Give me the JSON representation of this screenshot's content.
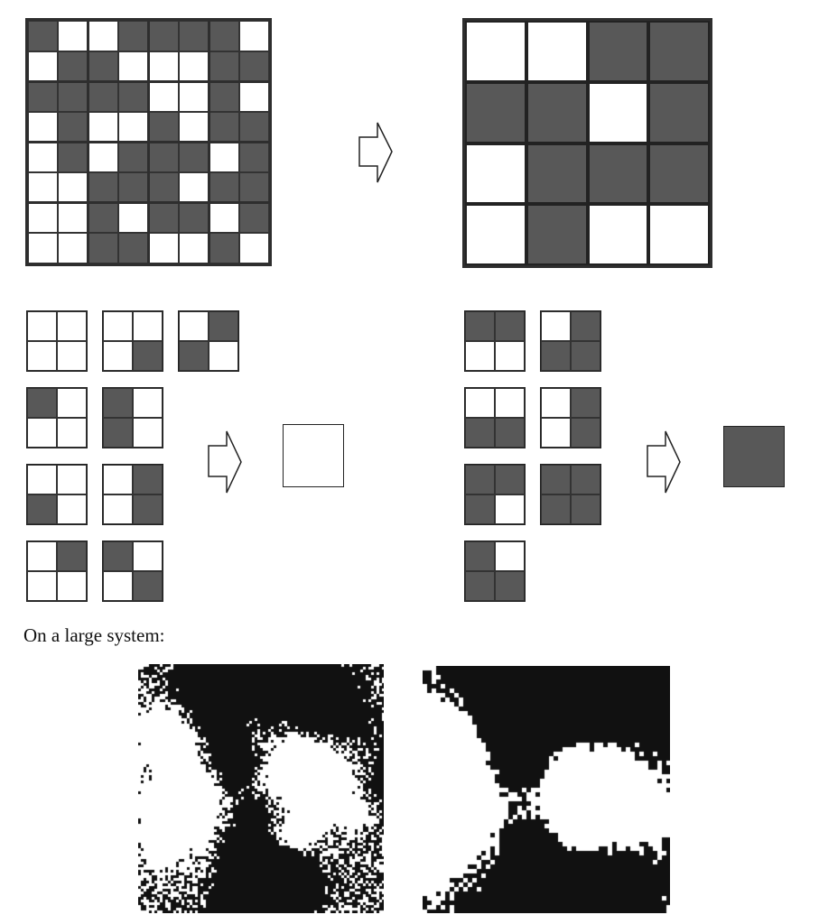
{
  "colors": {
    "on": "#585858",
    "off": "#ffffff",
    "border": "#2e2e2e"
  },
  "fine_lattice": [
    [
      1,
      0,
      0,
      1,
      1,
      1,
      1,
      0
    ],
    [
      0,
      1,
      1,
      0,
      0,
      0,
      1,
      1
    ],
    [
      1,
      1,
      1,
      1,
      0,
      0,
      1,
      0
    ],
    [
      0,
      1,
      0,
      0,
      1,
      0,
      1,
      1
    ],
    [
      0,
      1,
      0,
      1,
      1,
      1,
      0,
      1
    ],
    [
      0,
      0,
      1,
      1,
      1,
      0,
      1,
      1
    ],
    [
      0,
      0,
      1,
      0,
      1,
      1,
      0,
      1
    ],
    [
      0,
      0,
      1,
      1,
      0,
      0,
      1,
      0
    ]
  ],
  "coarse_lattice": [
    [
      0,
      0,
      1,
      1
    ],
    [
      1,
      1,
      0,
      1
    ],
    [
      0,
      1,
      1,
      1
    ],
    [
      0,
      1,
      0,
      0
    ]
  ],
  "rule_white": {
    "configs": [
      [
        0,
        0,
        0,
        0
      ],
      [
        0,
        0,
        0,
        1
      ],
      [
        0,
        1,
        1,
        0
      ],
      [
        1,
        0,
        0,
        0
      ],
      [
        1,
        0,
        1,
        0
      ],
      [
        0,
        0,
        1,
        0
      ],
      [
        0,
        1,
        0,
        1
      ],
      [
        0,
        1,
        0,
        0
      ],
      [
        1,
        0,
        0,
        1
      ]
    ],
    "result": 0
  },
  "rule_black": {
    "configs": [
      [
        1,
        1,
        0,
        0
      ],
      [
        0,
        1,
        1,
        1
      ],
      [
        0,
        0,
        1,
        1
      ],
      [
        0,
        1,
        0,
        1
      ],
      [
        1,
        1,
        1,
        0
      ],
      [
        1,
        1,
        1,
        1
      ],
      [
        1,
        0,
        1,
        1
      ]
    ],
    "result": 1
  },
  "caption": "On a large system:"
}
